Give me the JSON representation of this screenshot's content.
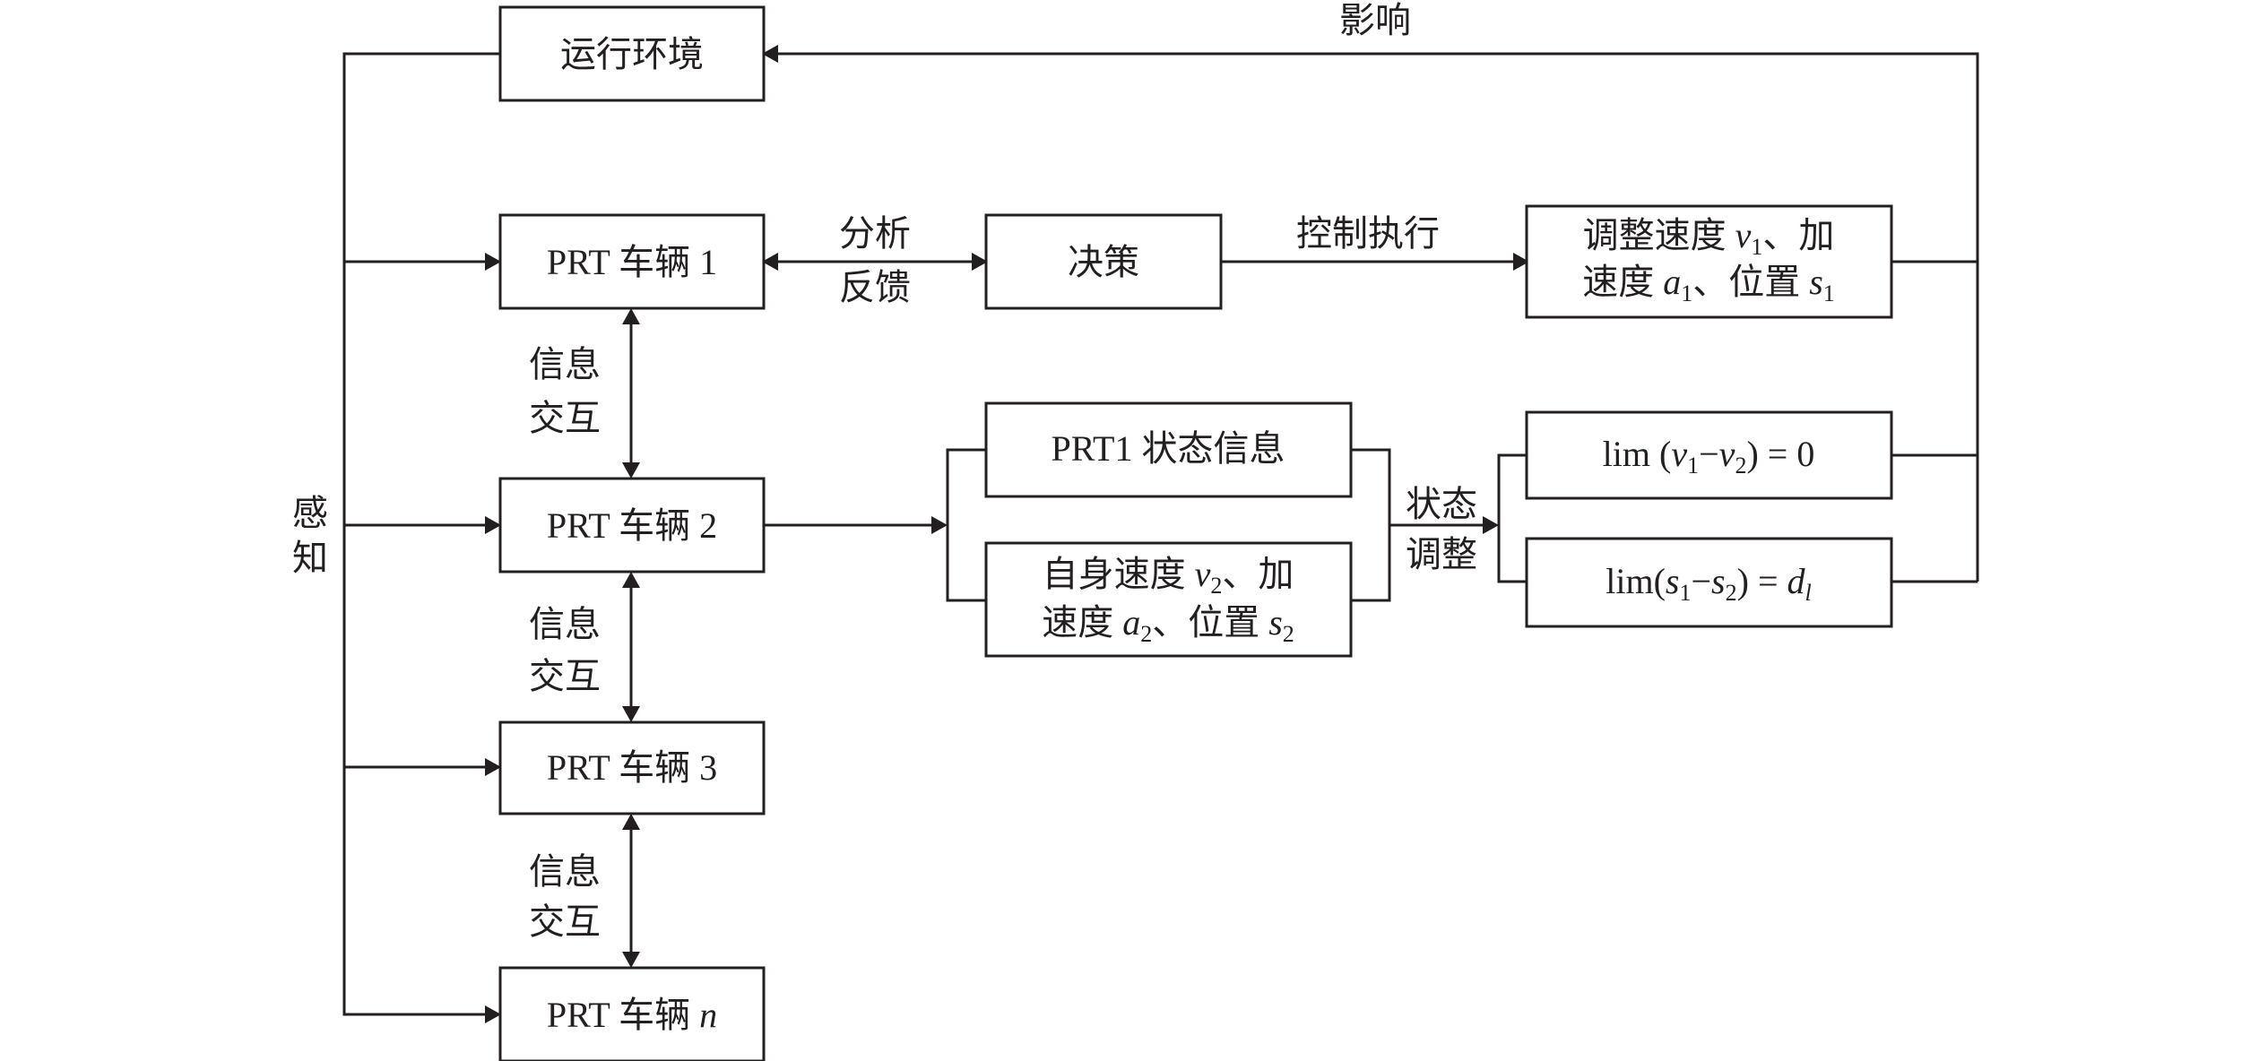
{
  "nodes": {
    "env": "运行环境",
    "v1": "PRT 车辆 1",
    "v2": "PRT 车辆 2",
    "v3": "PRT 车辆 3",
    "vn_prefix": "PRT 车辆 ",
    "vn_var": "n",
    "decision": "决策",
    "adjust1": {
      "line1_prefix": "调整速度 ",
      "line1_var": "v",
      "line1_sub": "1",
      "line1_suffix": "、加",
      "line2_prefix": "速度 ",
      "line2_var_a": "a",
      "line2_sub_a": "1",
      "line2_mid": "、位置 ",
      "line2_var_s": "s",
      "line2_sub_s": "1"
    },
    "prt1_state": "PRT1 状态信息",
    "self_state": {
      "line1_prefix": "自身速度 ",
      "line1_var": "v",
      "line1_sub": "2",
      "line1_suffix": "、加",
      "line2_prefix": "速度 ",
      "line2_var_a": "a",
      "line2_sub_a": "2",
      "line2_mid": "、位置 ",
      "line2_var_s": "s",
      "line2_sub_s": "2"
    },
    "lim_v": {
      "prefix": "lim (",
      "var1": "v",
      "sub1": "1",
      "minus": "−",
      "var2": "v",
      "sub2": "2",
      "suffix": ") = 0"
    },
    "lim_s": {
      "prefix": "lim(",
      "var1": "s",
      "sub1": "1",
      "minus": "−",
      "var2": "s",
      "sub2": "2",
      "eq": ") = ",
      "var3": "d",
      "sub3": "l"
    }
  },
  "edge_labels": {
    "influence": "影响",
    "perceive_1": "感",
    "perceive_2": "知",
    "analysis_1": "分析",
    "analysis_2": "反馈",
    "control": "控制执行",
    "info_1a": "信息",
    "info_1b": "交互",
    "info_2a": "信息",
    "info_2b": "交互",
    "info_3a": "信息",
    "info_3b": "交互",
    "state_adj_1": "状态",
    "state_adj_2": "调整"
  }
}
